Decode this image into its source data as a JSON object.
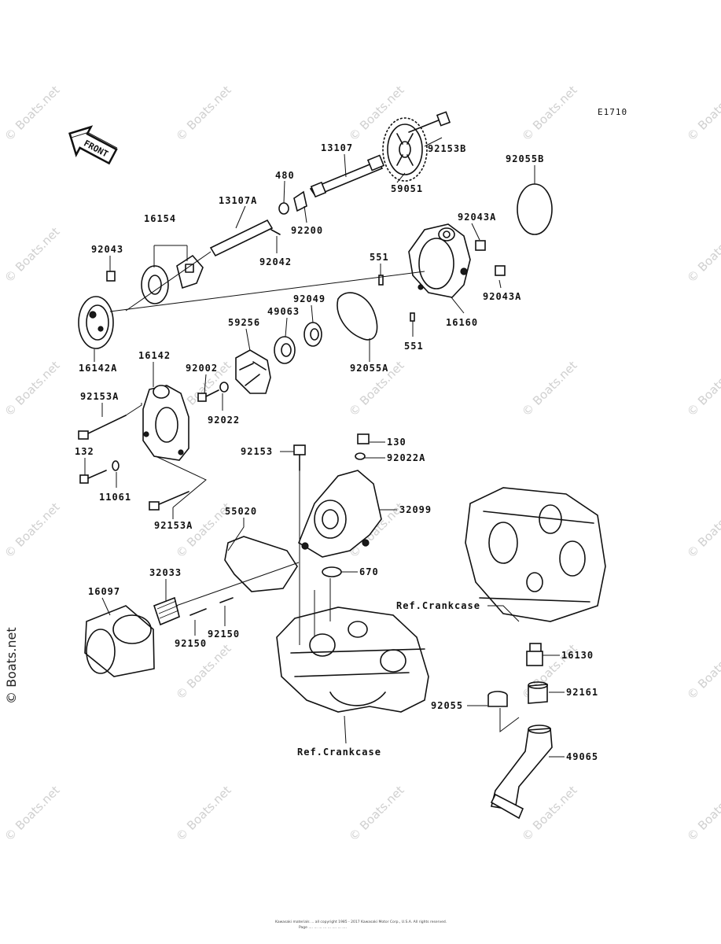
{
  "figure_code": "E1710",
  "front_label": "FRONT",
  "watermark": "© Boats.net",
  "footer": {
    "line1": "Kawasaki materials ...  all copyright 1985 - 2017 Kawasaki Motor Corp., U.S.A. All rights reserved.",
    "line2": "Page ....  ... ... ... ... .... ... ...."
  },
  "labels": {
    "p92153B": "92153B",
    "p13107": "13107",
    "p92055B": "92055B",
    "p480": "480",
    "p59051": "59051",
    "p13107A": "13107A",
    "p16154": "16154",
    "p92200": "92200",
    "p92043A_top": "92043A",
    "p92043": "92043",
    "p92042": "92042",
    "p551_top": "551",
    "p92043A_bot": "92043A",
    "p92049": "92049",
    "p49063": "49063",
    "p59256": "59256",
    "p16160": "16160",
    "p16142A": "16142A",
    "p16142": "16142",
    "p92055A": "92055A",
    "p551_bot": "551",
    "p92002": "92002",
    "p92153A_top": "92153A",
    "p92022": "92022",
    "p92153": "92153",
    "p130": "130",
    "p92022A": "92022A",
    "p132": "132",
    "p11061": "11061",
    "p32099": "32099",
    "p92153A_bot": "92153A",
    "p55020": "55020",
    "p670": "670",
    "p32033": "32033",
    "p16097": "16097",
    "p92150_a": "92150",
    "p92150_b": "92150",
    "ref_crankcase_right": "Ref.Crankcase",
    "p16130": "16130",
    "p92161": "92161",
    "p92055": "92055",
    "ref_crankcase_bottom": "Ref.Crankcase",
    "p49065": "49065"
  }
}
